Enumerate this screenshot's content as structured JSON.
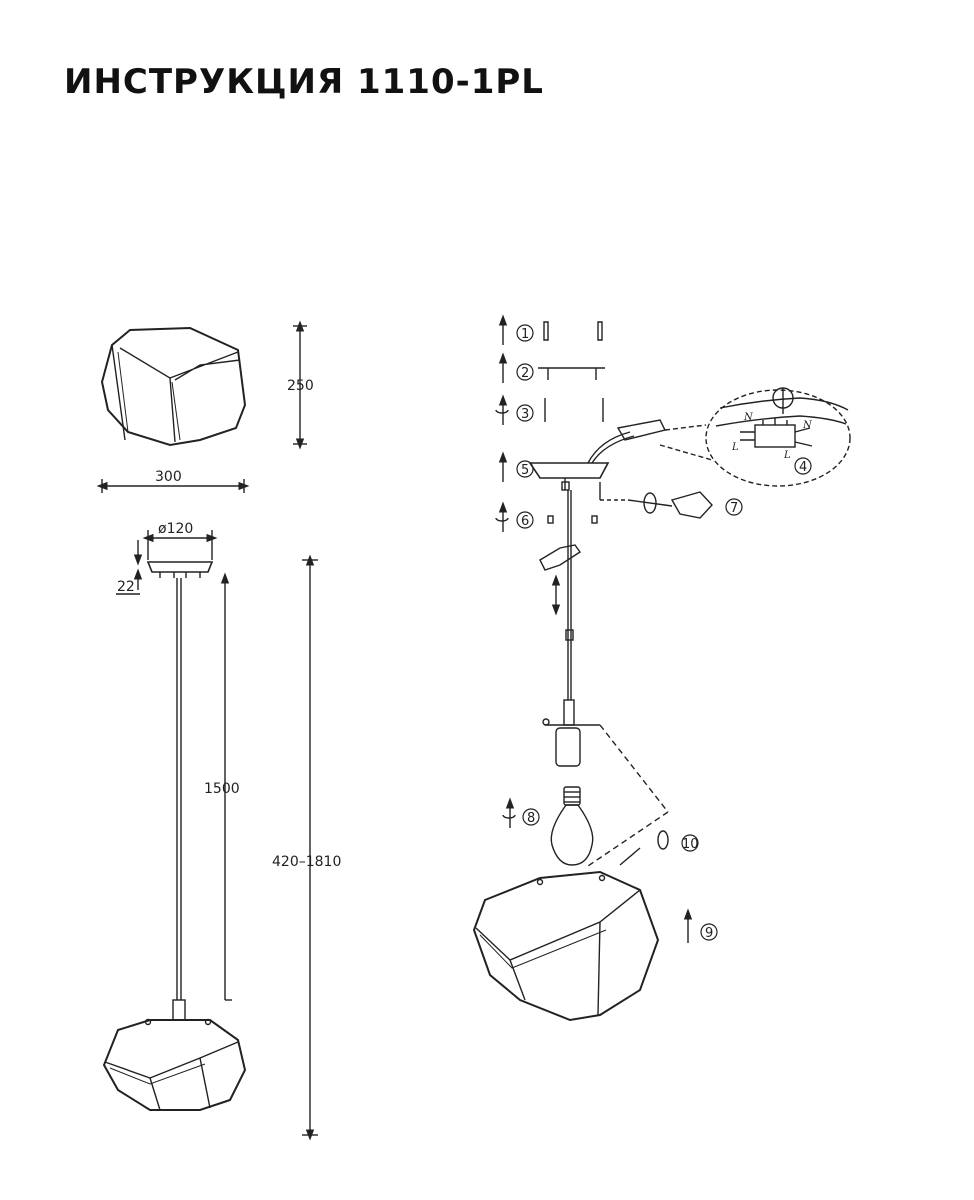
{
  "header": {
    "title": "ИНСТРУКЦИЯ 1110-1PL"
  },
  "dimensions": {
    "shade_height": "250",
    "shade_width": "300",
    "canopy_diameter": "ø120",
    "canopy_height": "22",
    "cable_length": "1500",
    "total_height": "420–1810"
  },
  "steps": [
    "1",
    "2",
    "3",
    "4",
    "5",
    "6",
    "7",
    "8",
    "9",
    "10"
  ],
  "wiring": {
    "neutral": "N",
    "live": "L"
  }
}
